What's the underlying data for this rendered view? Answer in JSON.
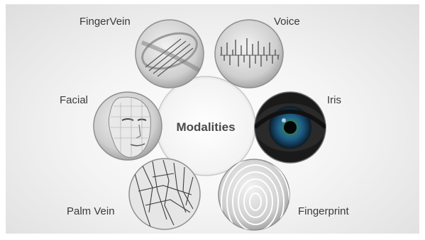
{
  "center": {
    "label": "Modalities"
  },
  "modalities": [
    {
      "label": "FingerVein",
      "icon": "finger-vein-icon"
    },
    {
      "label": "Voice",
      "icon": "voice-waveform-icon"
    },
    {
      "label": "Iris",
      "icon": "eye-iris-icon"
    },
    {
      "label": "Fingerprint",
      "icon": "fingerprint-icon"
    },
    {
      "label": "Palm Vein",
      "icon": "palm-vein-icon"
    },
    {
      "label": "Facial",
      "icon": "face-mesh-icon"
    }
  ],
  "colors": {
    "ring": "#bfbfbf",
    "circle_fill": "#d9d9d9",
    "circle_stroke": "#8f8f8f",
    "iris_blue": "#1f5f8a",
    "label_text": "#3a3a3a"
  }
}
